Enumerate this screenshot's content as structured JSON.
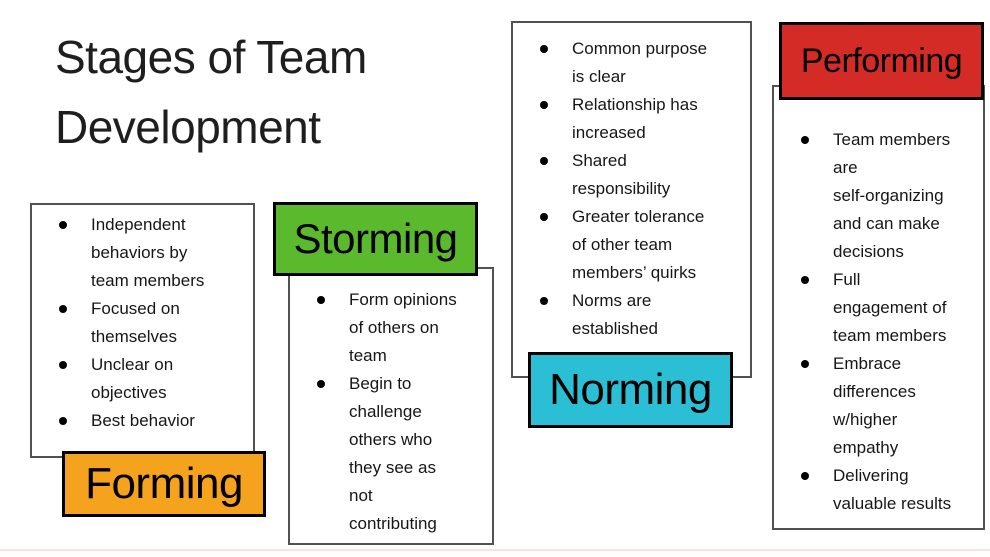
{
  "title": "Stages of Team\nDevelopment",
  "divider_color": "#f6e3e3",
  "stages": [
    {
      "name": "Forming",
      "color": "#F5A21E",
      "bullets": [
        "Independent\nbehaviors by\nteam members",
        "Focused on\nthemselves",
        "Unclear on\nobjectives",
        "Best behavior"
      ]
    },
    {
      "name": "Storming",
      "color": "#5AB92D",
      "bullets": [
        "Form opinions\nof others on\nteam",
        "Begin to\nchallenge\nothers who\nthey see as\nnot\ncontributing"
      ]
    },
    {
      "name": "Norming",
      "color": "#2ABFD5",
      "bullets": [
        "Common purpose\nis clear",
        "Relationship has\nincreased",
        "Shared\nresponsibility",
        "Greater tolerance\nof other team\nmembers’ quirks",
        "Norms are\nestablished"
      ]
    },
    {
      "name": "Performing",
      "color": "#D42B26",
      "bullets": [
        "Team members\nare\nself-organizing\nand can make\ndecisions",
        "Full\nengagement of\nteam members",
        "Embrace\ndifferences\nw/higher\nempathy",
        "Delivering\nvaluable results"
      ]
    }
  ]
}
